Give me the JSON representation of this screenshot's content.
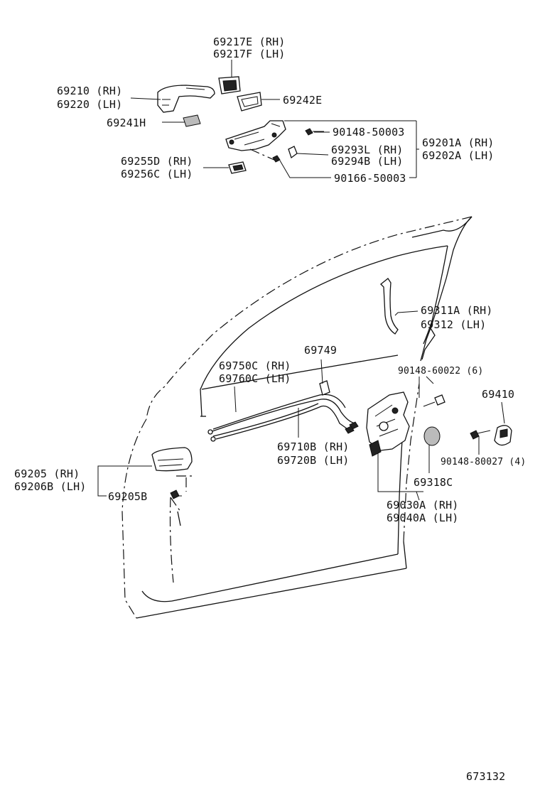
{
  "labels": {
    "p69217E": "69217E (RH)",
    "p69217F": "69217F (LH)",
    "p69210": "69210 (RH)",
    "p69220": "69220 (LH)",
    "p69242E": "69242E",
    "p69241H": "69241H",
    "p90148_50003": "90148-50003",
    "p69201A": "69201A (RH)",
    "p69202A": "69202A (LH)",
    "p69293L": "69293L (RH)",
    "p69294B": "69294B (LH)",
    "p69255D": "69255D (RH)",
    "p69256C": "69256C (LH)",
    "p90166_50003": "90166-50003",
    "p69311A": "69311A (RH)",
    "p69312": "69312   (LH)",
    "p69749": "69749",
    "p69750C": "69750C (RH)",
    "p69760C": "69760C (LH)",
    "p90148_60022": "90148-60022 (6)",
    "p69410": "69410",
    "p69710B": "69710B (RH)",
    "p69720B": "69720B (LH)",
    "p90148_80027": "90148-80027 (4)",
    "p69205": "69205   (RH)",
    "p69206B": "69206B (LH)",
    "p69205B": "69205B",
    "p69318C": "69318C",
    "p69030A": "69030A (RH)",
    "p69040A": "69040A (LH)",
    "diagram_id": "673132"
  },
  "icons": [
    "outside-handle",
    "handle-cover",
    "handle-frame",
    "lock-cylinder",
    "lock-rod",
    "door-shell",
    "inside-handle",
    "door-lock-assembly",
    "striker",
    "screw",
    "grommet",
    "cable",
    "clip"
  ]
}
